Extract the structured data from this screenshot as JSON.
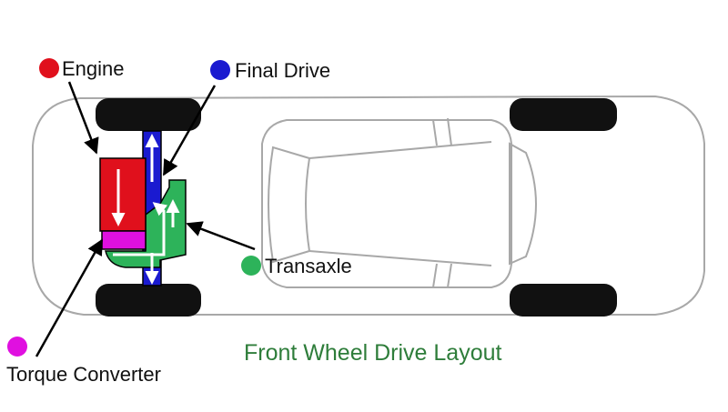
{
  "labels": {
    "engine": "Engine",
    "final_drive": "Final Drive",
    "transaxle": "Transaxle",
    "torque_converter": "Torque Converter"
  },
  "title": "Front Wheel Drive Layout",
  "colors": {
    "engine": "#e0101c",
    "final_drive": "#1a1ad0",
    "transaxle": "#2db35a",
    "torque_converter": "#e010e0",
    "title": "#2e7d3a",
    "outline": "#a8a8a8",
    "tire": "#111111",
    "flow_arrow": "#ffffff"
  }
}
